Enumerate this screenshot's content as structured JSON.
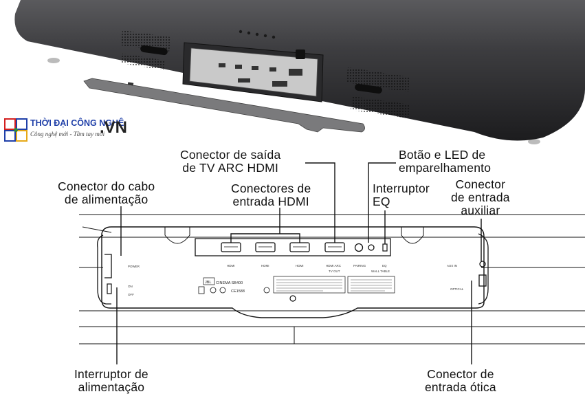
{
  "logo": {
    "brand_name": "THỜI ĐẠI CÔNG NGHỆ",
    "brand_suffix": ".VN",
    "tagline": "Công nghệ mới - Tầm tay mới"
  },
  "callouts": {
    "tv_arc_line1": "Conector de saída",
    "tv_arc_line2": "de TV ARC HDMI",
    "pairing_line1": "Botão e LED de",
    "pairing_line2": "emparelhamento",
    "power_cable_line1": "Conector do cabo",
    "power_cable_line2": "de alimentação",
    "hdmi_in_line1": "Conectores de",
    "hdmi_in_line2": "entrada HDMI",
    "eq_line1": "Interruptor",
    "eq_line2": "EQ",
    "aux_line1": "Conector",
    "aux_line2": "de entrada",
    "aux_line3": "auxiliar",
    "power_switch_line1": "Interruptor de",
    "power_switch_line2": "alimentação",
    "optical_line1": "Conector de",
    "optical_line2": "entrada ótica"
  },
  "panel_labels": {
    "power": "POWER",
    "on": "ON",
    "off": "OFF",
    "hdmi1": "HDMI",
    "hdmi2": "HDMI",
    "hdmi3": "HDMI",
    "hdmi_arc": "HDMI ARC",
    "tv_out": "TV OUT",
    "pairing": "PAIRING",
    "eq": "EQ",
    "wall_table": "WALL  TABLE",
    "aux_in": "AUX IN",
    "optical": "OPTICAL",
    "brand": "JBL",
    "model": "CINEMA SB400",
    "ce_code": "CE1588"
  },
  "colors": {
    "bar_body": "#3a3a3c",
    "bar_dark": "#1e1e20",
    "line": "#111111",
    "logo_blue": "#1f3fa8"
  }
}
